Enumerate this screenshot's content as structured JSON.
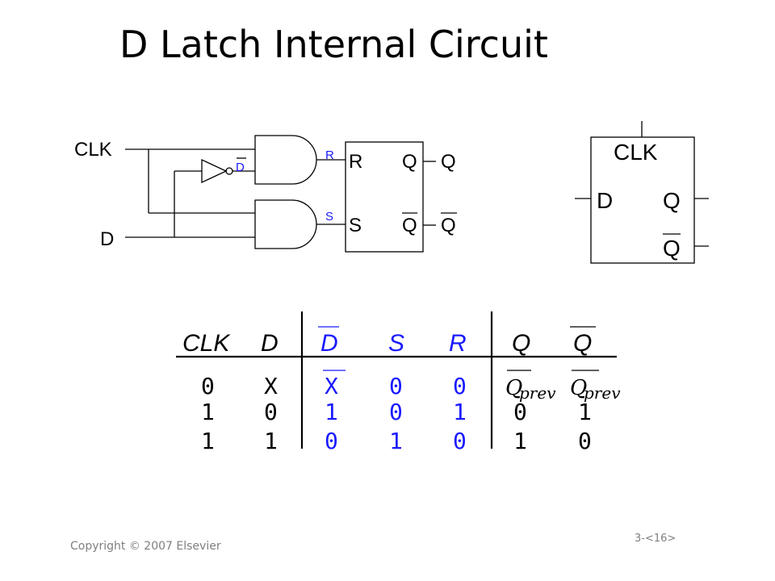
{
  "slide": {
    "title": "D Latch Internal Circuit",
    "copyright": "Copyright © 2007 Elsevier",
    "page": "3-<16>"
  },
  "circuit": {
    "clk": "CLK",
    "d": "D",
    "dbar": "D",
    "r_wire": "R",
    "s_wire": "S",
    "sr_r": "R",
    "sr_s": "S",
    "sr_q": "Q",
    "sr_qbar": "Q",
    "out_q": "Q",
    "out_qbar": "Q"
  },
  "symbol": {
    "clk": "CLK",
    "d": "D",
    "q": "Q",
    "qbar": "Q"
  },
  "truth_table": {
    "headers": [
      "CLK",
      "D",
      "D",
      "S",
      "R",
      "Q",
      "Q"
    ],
    "rows": [
      [
        "0",
        "X",
        "X",
        "0",
        "0",
        "Q",
        "Q"
      ],
      [
        "1",
        "0",
        "1",
        "0",
        "1",
        "0",
        "1"
      ],
      [
        "1",
        "1",
        "0",
        "1",
        "0",
        "1",
        "0"
      ]
    ],
    "prev_subscript": "prev"
  },
  "colors": {
    "blue": "#1a1aff",
    "black": "#000000",
    "gray": "#7f7f7f"
  }
}
